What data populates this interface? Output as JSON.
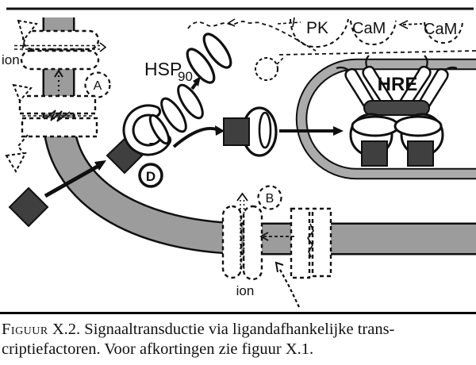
{
  "figure": {
    "labels": {
      "ion_top": "ion",
      "ion_bottom": "ion",
      "hsp": "HSP",
      "hsp_sub": "90",
      "pk": "PK",
      "cam1": "CaM",
      "cam2": "CaM",
      "hre": "HRE",
      "circle_a": "A",
      "circle_b": "B",
      "circle_d": "D"
    },
    "colors": {
      "membrane_gray": "#9c9c9c",
      "nuclear_envelope_gray": "#ababab",
      "dark_element_fill": "#3f3f3f",
      "line_black": "#101010",
      "background": "#ffffff"
    }
  },
  "caption": {
    "label": "Figuur",
    "number": "X.2.",
    "text_line1": "Signaaltransductie via ligandafhankelijke trans-",
    "text_line2": "criptiefactoren. Voor afkortingen zie figuur X.1."
  }
}
